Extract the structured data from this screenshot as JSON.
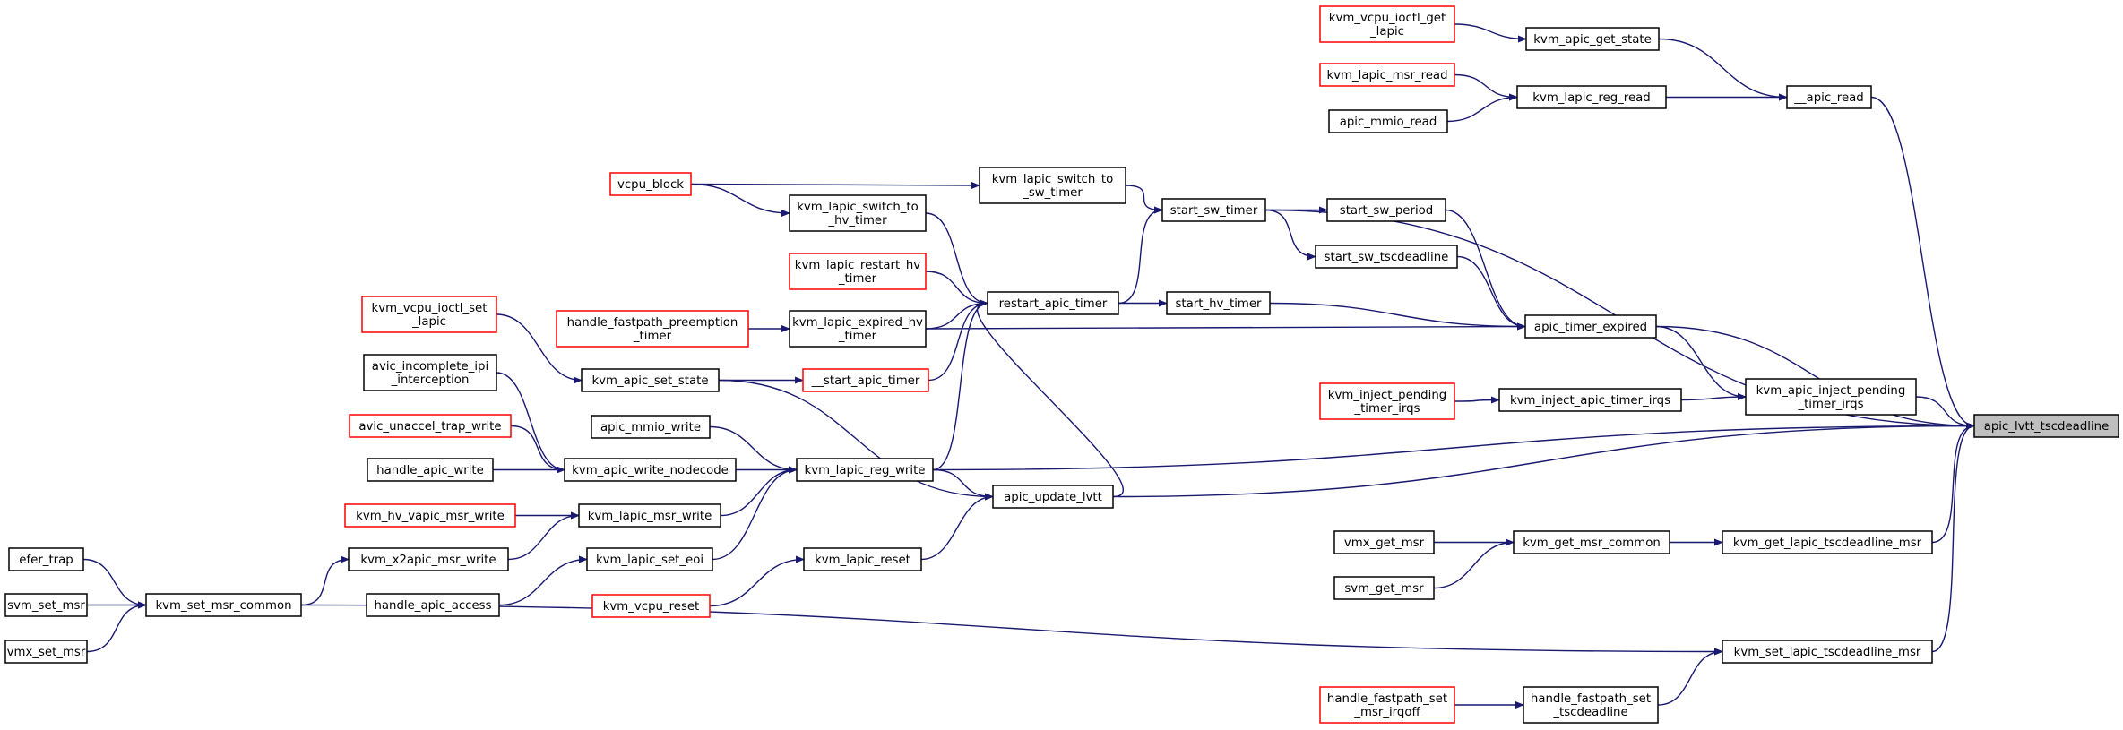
{
  "graph": {
    "title": "apic_lvtt_tscdeadline",
    "colors": {
      "edge": "#191970",
      "border_normal": "#000000",
      "border_truncated": "#ff0000",
      "root_fill": "#bfbfbf"
    },
    "nodes": [
      {
        "id": "apic_lvtt_tscdeadline",
        "lines": [
          "apic_lvtt_tscdeadline"
        ],
        "style": "root"
      },
      {
        "id": "__apic_read",
        "lines": [
          "__apic_read"
        ],
        "style": "normal"
      },
      {
        "id": "kvm_apic_get_state",
        "lines": [
          "kvm_apic_get_state"
        ],
        "style": "normal"
      },
      {
        "id": "kvm_vcpu_ioctl_get_lapic",
        "lines": [
          "kvm_vcpu_ioctl_get",
          "_lapic"
        ],
        "style": "red"
      },
      {
        "id": "kvm_lapic_reg_read",
        "lines": [
          "kvm_lapic_reg_read"
        ],
        "style": "normal"
      },
      {
        "id": "kvm_lapic_msr_read",
        "lines": [
          "kvm_lapic_msr_read"
        ],
        "style": "red"
      },
      {
        "id": "apic_mmio_read",
        "lines": [
          "apic_mmio_read"
        ],
        "style": "normal"
      },
      {
        "id": "start_sw_timer",
        "lines": [
          "start_sw_timer"
        ],
        "style": "normal"
      },
      {
        "id": "kvm_lapic_switch_to_sw_timer",
        "lines": [
          "kvm_lapic_switch_to",
          "_sw_timer"
        ],
        "style": "normal"
      },
      {
        "id": "vcpu_block",
        "lines": [
          "vcpu_block"
        ],
        "style": "red"
      },
      {
        "id": "restart_apic_timer",
        "lines": [
          "restart_apic_timer"
        ],
        "style": "normal"
      },
      {
        "id": "kvm_lapic_switch_to_hv_timer",
        "lines": [
          "kvm_lapic_switch_to",
          "_hv_timer"
        ],
        "style": "normal"
      },
      {
        "id": "kvm_lapic_restart_hv_timer",
        "lines": [
          "kvm_lapic_restart_hv",
          "_timer"
        ],
        "style": "red"
      },
      {
        "id": "kvm_lapic_expired_hv_timer",
        "lines": [
          "kvm_lapic_expired_hv",
          "_timer"
        ],
        "style": "normal"
      },
      {
        "id": "handle_fastpath_preemption_timer",
        "lines": [
          "handle_fastpath_preemption",
          "_timer"
        ],
        "style": "red"
      },
      {
        "id": "__start_apic_timer",
        "lines": [
          "__start_apic_timer"
        ],
        "style": "red"
      },
      {
        "id": "kvm_apic_set_state",
        "lines": [
          "kvm_apic_set_state"
        ],
        "style": "normal"
      },
      {
        "id": "kvm_vcpu_ioctl_set_lapic",
        "lines": [
          "kvm_vcpu_ioctl_set",
          "_lapic"
        ],
        "style": "red"
      },
      {
        "id": "start_sw_period",
        "lines": [
          "start_sw_period"
        ],
        "style": "normal"
      },
      {
        "id": "start_sw_tscdeadline",
        "lines": [
          "start_sw_tscdeadline"
        ],
        "style": "normal"
      },
      {
        "id": "start_hv_timer",
        "lines": [
          "start_hv_timer"
        ],
        "style": "normal"
      },
      {
        "id": "apic_timer_expired",
        "lines": [
          "apic_timer_expired"
        ],
        "style": "normal"
      },
      {
        "id": "kvm_apic_inject_pending_timer_irqs",
        "lines": [
          "kvm_apic_inject_pending",
          "_timer_irqs"
        ],
        "style": "normal"
      },
      {
        "id": "kvm_inject_apic_timer_irqs",
        "lines": [
          "kvm_inject_apic_timer_irqs"
        ],
        "style": "normal"
      },
      {
        "id": "kvm_inject_pending_timer_irqs",
        "lines": [
          "kvm_inject_pending",
          "_timer_irqs"
        ],
        "style": "red"
      },
      {
        "id": "kvm_lapic_reg_write",
        "lines": [
          "kvm_lapic_reg_write"
        ],
        "style": "normal"
      },
      {
        "id": "apic_mmio_write",
        "lines": [
          "apic_mmio_write"
        ],
        "style": "normal"
      },
      {
        "id": "kvm_apic_write_nodecode",
        "lines": [
          "kvm_apic_write_nodecode"
        ],
        "style": "normal"
      },
      {
        "id": "avic_incomplete_ipi_interception",
        "lines": [
          "avic_incomplete_ipi",
          "_interception"
        ],
        "style": "normal"
      },
      {
        "id": "avic_unaccel_trap_write",
        "lines": [
          "avic_unaccel_trap_write"
        ],
        "style": "red"
      },
      {
        "id": "handle_apic_write",
        "lines": [
          "handle_apic_write"
        ],
        "style": "normal"
      },
      {
        "id": "kvm_lapic_msr_write",
        "lines": [
          "kvm_lapic_msr_write"
        ],
        "style": "normal"
      },
      {
        "id": "kvm_hv_vapic_msr_write",
        "lines": [
          "kvm_hv_vapic_msr_write"
        ],
        "style": "red"
      },
      {
        "id": "kvm_x2apic_msr_write",
        "lines": [
          "kvm_x2apic_msr_write"
        ],
        "style": "normal"
      },
      {
        "id": "kvm_set_msr_common",
        "lines": [
          "kvm_set_msr_common"
        ],
        "style": "normal"
      },
      {
        "id": "efer_trap",
        "lines": [
          "efer_trap"
        ],
        "style": "normal"
      },
      {
        "id": "svm_set_msr",
        "lines": [
          "svm_set_msr"
        ],
        "style": "normal"
      },
      {
        "id": "vmx_set_msr",
        "lines": [
          "vmx_set_msr"
        ],
        "style": "normal"
      },
      {
        "id": "kvm_lapic_set_eoi",
        "lines": [
          "kvm_lapic_set_eoi"
        ],
        "style": "normal"
      },
      {
        "id": "handle_apic_access",
        "lines": [
          "handle_apic_access"
        ],
        "style": "normal"
      },
      {
        "id": "apic_update_lvtt",
        "lines": [
          "apic_update_lvtt"
        ],
        "style": "normal"
      },
      {
        "id": "kvm_lapic_reset",
        "lines": [
          "kvm_lapic_reset"
        ],
        "style": "normal"
      },
      {
        "id": "kvm_vcpu_reset",
        "lines": [
          "kvm_vcpu_reset"
        ],
        "style": "red"
      },
      {
        "id": "kvm_get_lapic_tscdeadline_msr",
        "lines": [
          "kvm_get_lapic_tscdeadline_msr"
        ],
        "style": "normal"
      },
      {
        "id": "kvm_get_msr_common",
        "lines": [
          "kvm_get_msr_common"
        ],
        "style": "normal"
      },
      {
        "id": "vmx_get_msr",
        "lines": [
          "vmx_get_msr"
        ],
        "style": "normal"
      },
      {
        "id": "svm_get_msr",
        "lines": [
          "svm_get_msr"
        ],
        "style": "normal"
      },
      {
        "id": "kvm_set_lapic_tscdeadline_msr",
        "lines": [
          "kvm_set_lapic_tscdeadline_msr"
        ],
        "style": "normal"
      },
      {
        "id": "handle_fastpath_set_tscdeadline",
        "lines": [
          "handle_fastpath_set",
          "_tscdeadline"
        ],
        "style": "normal"
      },
      {
        "id": "handle_fastpath_set_msr_irqoff",
        "lines": [
          "handle_fastpath_set",
          "_msr_irqoff"
        ],
        "style": "red"
      }
    ],
    "edges": [
      [
        "kvm_vcpu_ioctl_get_lapic",
        "kvm_apic_get_state"
      ],
      [
        "kvm_apic_get_state",
        "__apic_read"
      ],
      [
        "kvm_lapic_msr_read",
        "kvm_lapic_reg_read"
      ],
      [
        "apic_mmio_read",
        "kvm_lapic_reg_read"
      ],
      [
        "kvm_lapic_reg_read",
        "__apic_read"
      ],
      [
        "__apic_read",
        "apic_lvtt_tscdeadline"
      ],
      [
        "vcpu_block",
        "kvm_lapic_switch_to_sw_timer"
      ],
      [
        "vcpu_block",
        "kvm_lapic_switch_to_hv_timer"
      ],
      [
        "kvm_lapic_switch_to_sw_timer",
        "start_sw_timer"
      ],
      [
        "kvm_lapic_switch_to_hv_timer",
        "restart_apic_timer"
      ],
      [
        "kvm_lapic_restart_hv_timer",
        "restart_apic_timer"
      ],
      [
        "kvm_lapic_expired_hv_timer",
        "restart_apic_timer"
      ],
      [
        "kvm_lapic_expired_hv_timer",
        "apic_timer_expired"
      ],
      [
        "handle_fastpath_preemption_timer",
        "kvm_lapic_expired_hv_timer"
      ],
      [
        "__start_apic_timer",
        "restart_apic_timer"
      ],
      [
        "kvm_apic_set_state",
        "__start_apic_timer"
      ],
      [
        "kvm_apic_set_state",
        "apic_update_lvtt"
      ],
      [
        "kvm_vcpu_ioctl_set_lapic",
        "kvm_apic_set_state"
      ],
      [
        "restart_apic_timer",
        "start_sw_timer"
      ],
      [
        "restart_apic_timer",
        "start_hv_timer"
      ],
      [
        "start_sw_timer",
        "start_sw_period"
      ],
      [
        "start_sw_timer",
        "start_sw_tscdeadline"
      ],
      [
        "start_sw_timer",
        "apic_lvtt_tscdeadline"
      ],
      [
        "start_sw_period",
        "apic_timer_expired"
      ],
      [
        "start_sw_tscdeadline",
        "apic_timer_expired"
      ],
      [
        "start_hv_timer",
        "apic_timer_expired"
      ],
      [
        "apic_timer_expired",
        "apic_lvtt_tscdeadline"
      ],
      [
        "apic_timer_expired",
        "kvm_apic_inject_pending_timer_irqs"
      ],
      [
        "kvm_inject_pending_timer_irqs",
        "kvm_inject_apic_timer_irqs"
      ],
      [
        "kvm_inject_apic_timer_irqs",
        "kvm_apic_inject_pending_timer_irqs"
      ],
      [
        "kvm_apic_inject_pending_timer_irqs",
        "apic_lvtt_tscdeadline"
      ],
      [
        "kvm_lapic_reg_write",
        "restart_apic_timer"
      ],
      [
        "kvm_lapic_reg_write",
        "apic_update_lvtt"
      ],
      [
        "kvm_lapic_reg_write",
        "apic_lvtt_tscdeadline"
      ],
      [
        "apic_mmio_write",
        "kvm_lapic_reg_write"
      ],
      [
        "kvm_apic_write_nodecode",
        "kvm_lapic_reg_write"
      ],
      [
        "avic_incomplete_ipi_interception",
        "kvm_apic_write_nodecode"
      ],
      [
        "avic_unaccel_trap_write",
        "kvm_apic_write_nodecode"
      ],
      [
        "handle_apic_write",
        "kvm_apic_write_nodecode"
      ],
      [
        "kvm_lapic_msr_write",
        "kvm_lapic_reg_write"
      ],
      [
        "kvm_hv_vapic_msr_write",
        "kvm_lapic_msr_write"
      ],
      [
        "kvm_x2apic_msr_write",
        "kvm_lapic_msr_write"
      ],
      [
        "kvm_set_msr_common",
        "kvm_x2apic_msr_write"
      ],
      [
        "kvm_set_msr_common",
        "kvm_set_lapic_tscdeadline_msr"
      ],
      [
        "efer_trap",
        "kvm_set_msr_common"
      ],
      [
        "svm_set_msr",
        "kvm_set_msr_common"
      ],
      [
        "vmx_set_msr",
        "kvm_set_msr_common"
      ],
      [
        "kvm_lapic_set_eoi",
        "kvm_lapic_reg_write"
      ],
      [
        "handle_apic_access",
        "kvm_lapic_set_eoi"
      ],
      [
        "apic_update_lvtt",
        "restart_apic_timer"
      ],
      [
        "apic_update_lvtt",
        "apic_lvtt_tscdeadline"
      ],
      [
        "kvm_lapic_reset",
        "apic_update_lvtt"
      ],
      [
        "kvm_vcpu_reset",
        "kvm_lapic_reset"
      ],
      [
        "kvm_get_msr_common",
        "kvm_get_lapic_tscdeadline_msr"
      ],
      [
        "vmx_get_msr",
        "kvm_get_msr_common"
      ],
      [
        "svm_get_msr",
        "kvm_get_msr_common"
      ],
      [
        "kvm_get_lapic_tscdeadline_msr",
        "apic_lvtt_tscdeadline"
      ],
      [
        "kvm_set_lapic_tscdeadline_msr",
        "apic_lvtt_tscdeadline"
      ],
      [
        "handle_fastpath_set_tscdeadline",
        "kvm_set_lapic_tscdeadline_msr"
      ],
      [
        "handle_fastpath_set_msr_irqoff",
        "handle_fastpath_set_tscdeadline"
      ]
    ]
  }
}
